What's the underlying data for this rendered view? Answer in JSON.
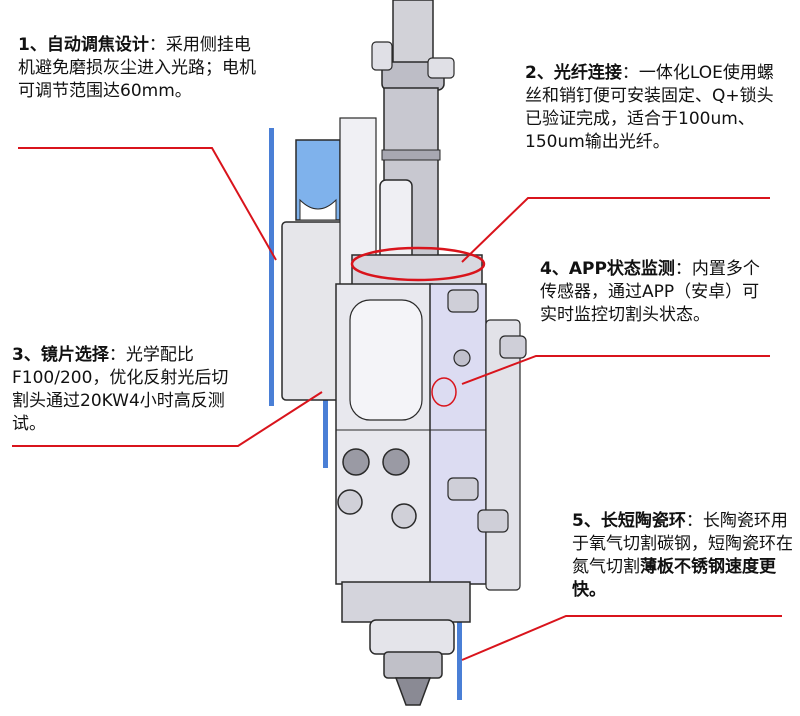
{
  "callouts": [
    {
      "id": "c1",
      "heading": "1、自动调焦设计",
      "text": "：采用侧挂电机避免磨损灰尘进入光路；电机可调节范围达60mm。"
    },
    {
      "id": "c2",
      "heading": "2、光纤连接",
      "text": "：一体化LOE使用螺丝和销钉便可安装固定、Q+锁头已验证完成，适合于100um、150um输出光纤。"
    },
    {
      "id": "c3",
      "heading": "3、镜片选择",
      "text": "：光学配比F100/200，优化反射光后切割头通过20KW4小时高反测试。"
    },
    {
      "id": "c4",
      "heading": "4、APP状态监测",
      "text": "：内置多个传感器，通过APP（安卓）可实时监控切割头状态。"
    },
    {
      "id": "c5",
      "heading": "5、长短陶瓷环",
      "text": "：长陶瓷环用于氧气切割碳钢，短陶瓷环在氮气切割",
      "bold_text": "薄板不锈钢速度更快。"
    }
  ],
  "colors": {
    "leader_line": "#d9141c",
    "accent_blue": "#4a7fd6",
    "metal_light": "#e6e6ea",
    "metal_mid": "#c4c4cc",
    "metal_dark": "#8a8a94",
    "body_lavender": "#dcdcf2",
    "outline": "#2a2a2a",
    "text": "#111111"
  }
}
